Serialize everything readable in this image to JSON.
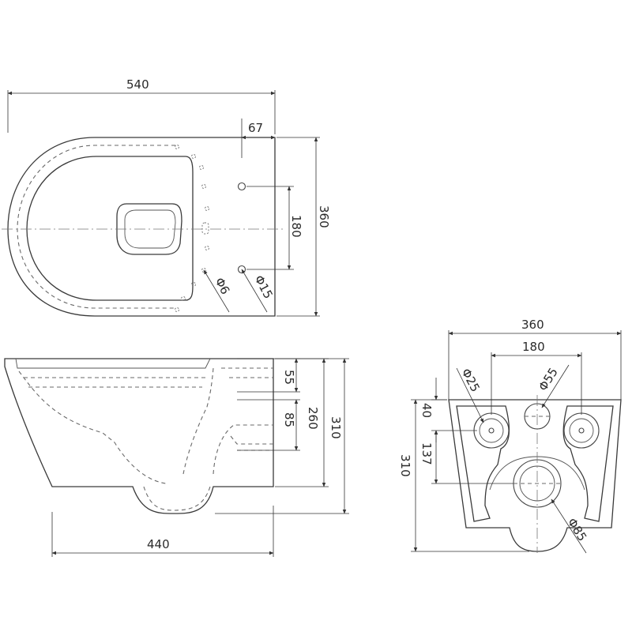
{
  "top_view": {
    "width_label": "540",
    "offset_label": "67",
    "depth_label": "360",
    "bolt_spacing_label": "180",
    "small_hole_label": "Φ6",
    "bolt_hole_label": "Φ15"
  },
  "side_view": {
    "top_offset_label": "55",
    "inlet_label": "85",
    "height_inner_label": "260",
    "height_total_label": "310",
    "length_label": "440"
  },
  "back_view": {
    "width_label": "360",
    "bolt_spacing_label": "180",
    "bolt_hole_label": "Φ25",
    "inlet_label": "Φ55",
    "outlet_label": "Φ85",
    "top_offset_label": "40",
    "outlet_height_label": "137",
    "height_label": "310"
  },
  "colors": {
    "line": "#3a3a3a"
  }
}
